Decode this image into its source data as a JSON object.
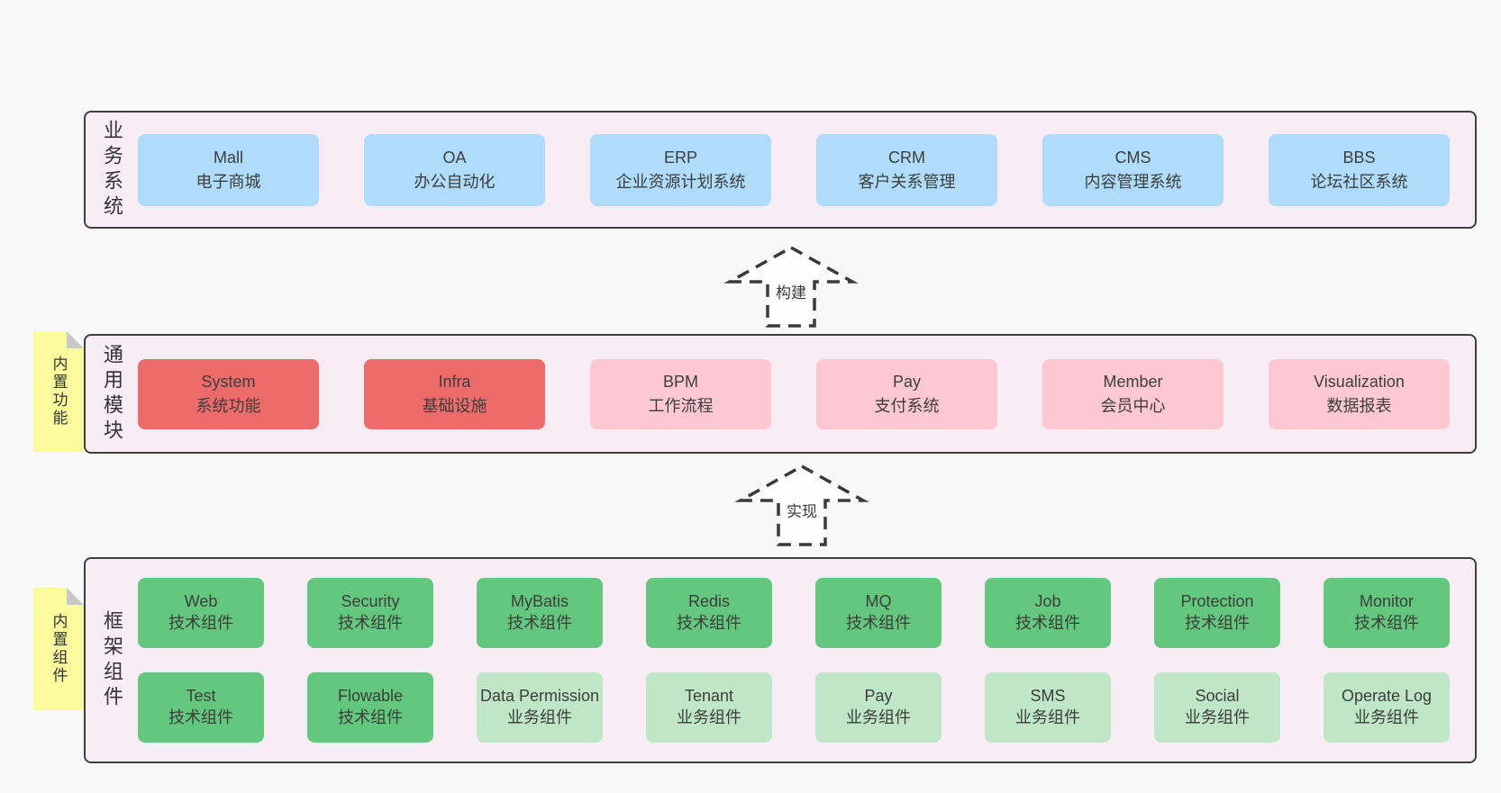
{
  "colors": {
    "page_bg": "#f8f8f8",
    "band_bg": "#f8edf5",
    "band_border": "#3f3f3f",
    "blue_box": "#aedcfa",
    "red_box": "#ee6b6b",
    "pink_box": "#fdc8d2",
    "green_dark_box": "#63c87d",
    "green_light_box": "#bfe6c6",
    "note_yellow": "#fbfb9e",
    "note_fold_gray": "#c8c8c8",
    "text": "#3a3a3a"
  },
  "arrows": [
    {
      "label": "构建"
    },
    {
      "label": "实现"
    }
  ],
  "bands": [
    {
      "label": "业务系统",
      "boxes": [
        {
          "name": "Mall",
          "desc": "电子商城"
        },
        {
          "name": "OA",
          "desc": "办公自动化"
        },
        {
          "name": "ERP",
          "desc": "企业资源计划系统"
        },
        {
          "name": "CRM",
          "desc": "客户关系管理"
        },
        {
          "name": "CMS",
          "desc": "内容管理系统"
        },
        {
          "name": "BBS",
          "desc": "论坛社区系统"
        }
      ]
    },
    {
      "label": "通用模块",
      "note": "内置功能",
      "boxes": [
        {
          "name": "System",
          "desc": "系统功能"
        },
        {
          "name": "Infra",
          "desc": "基础设施"
        },
        {
          "name": "BPM",
          "desc": "工作流程"
        },
        {
          "name": "Pay",
          "desc": "支付系统"
        },
        {
          "name": "Member",
          "desc": "会员中心"
        },
        {
          "name": "Visualization",
          "desc": "数据报表"
        }
      ]
    },
    {
      "label": "框架组件",
      "note": "内置组件",
      "rows": [
        [
          {
            "name": "Web",
            "desc": "技术组件"
          },
          {
            "name": "Security",
            "desc": "技术组件"
          },
          {
            "name": "MyBatis",
            "desc": "技术组件"
          },
          {
            "name": "Redis",
            "desc": "技术组件"
          },
          {
            "name": "MQ",
            "desc": "技术组件"
          },
          {
            "name": "Job",
            "desc": "技术组件"
          },
          {
            "name": "Protection",
            "desc": "技术组件"
          },
          {
            "name": "Monitor",
            "desc": "技术组件"
          }
        ],
        [
          {
            "name": "Test",
            "desc": "技术组件"
          },
          {
            "name": "Flowable",
            "desc": "技术组件"
          },
          {
            "name": "Data Permission",
            "desc": "业务组件"
          },
          {
            "name": "Tenant",
            "desc": "业务组件"
          },
          {
            "name": "Pay",
            "desc": "业务组件"
          },
          {
            "name": "SMS",
            "desc": "业务组件"
          },
          {
            "name": "Social",
            "desc": "业务组件"
          },
          {
            "name": "Operate Log",
            "desc": "业务组件"
          }
        ]
      ]
    }
  ]
}
